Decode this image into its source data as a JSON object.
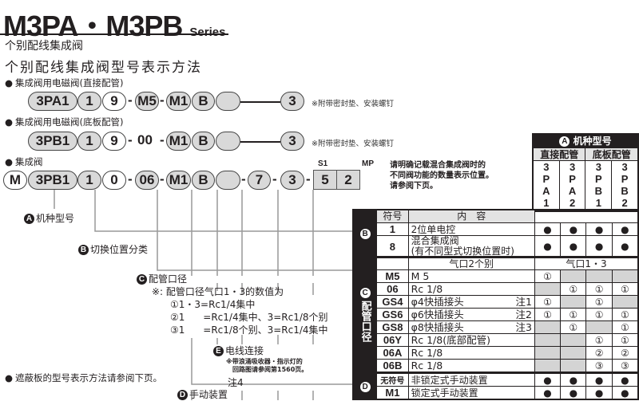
{
  "header": {
    "title": "M3PA・M3PB",
    "series": "Series",
    "subtitle": "个别配线集成阀",
    "heading": "个别配线集成阀型号表示方法"
  },
  "rows": [
    {
      "bullet": "集成阀用电磁阀(直接配管)",
      "parts": [
        "3PA1",
        "1",
        "9",
        "-",
        "M5",
        "-",
        "M1",
        "B",
        "",
        "3"
      ],
      "note": "※附带密封垫、安装螺钉"
    },
    {
      "bullet": "集成阀用电磁阀(底板配管)",
      "parts": [
        "3PB1",
        "1",
        "9",
        "-",
        "00",
        "-",
        "M1",
        "B",
        "",
        "3"
      ],
      "note": "※附带密封垫、安装螺钉"
    },
    {
      "bullet": "集成阀",
      "parts": [
        "M",
        "3PB1",
        "1",
        "0",
        "-",
        "06",
        "-",
        "M1",
        "B",
        "",
        "-",
        "7",
        "-",
        "3",
        "-"
      ],
      "s1": {
        "label": "S1",
        "value": "5"
      },
      "mp": {
        "label": "MP",
        "value": "2"
      },
      "note": [
        "请明确记载混合集成阀时的",
        "不同阀功能的数量表示位置。",
        "请参阅下页。"
      ]
    }
  ],
  "legend": {
    "a": {
      "letter": "A",
      "label": "机种型号"
    },
    "b": {
      "letter": "B",
      "label": "切换位置分类"
    },
    "c": {
      "letter": "C",
      "label": "配管口径",
      "note": "※:  配管口径气口1・3的数值为",
      "items": [
        "①1・3=Rc1/4集中",
        "②1      =Rc1/4集中、3=Rc1/8个别",
        "③1      =Rc1/8个别、3=Rc1/4集中"
      ]
    },
    "e": {
      "letter": "E",
      "label": "电线连接",
      "note1": "※带浪涌吸收器・指示灯的",
      "note2": "回路图请参阅第1560页。",
      "note3": "注4"
    },
    "d": {
      "letter": "D",
      "label": "手动装置"
    },
    "blank_note": "遮蔽板的型号表示方法请参阅下页。"
  },
  "table": {
    "a_header": {
      "letter": "A",
      "label": "机种型号"
    },
    "groups": [
      "直接配管",
      "底板配管"
    ],
    "models": [
      "3PA1",
      "3PA2",
      "3PB1",
      "3PB2"
    ],
    "b": {
      "letter": "B",
      "col_symbol": "符号",
      "col_content": "内　容",
      "rows": [
        {
          "sym": "1",
          "content": "2位单电控",
          "vals": [
            "●",
            "●",
            "●",
            "●"
          ]
        },
        {
          "sym": "8",
          "content": "混合集成阀",
          "content2": "(有不同型式切换位置时)",
          "vals": [
            "●",
            "●",
            "●",
            "●"
          ]
        }
      ]
    },
    "c": {
      "letter": "C",
      "title": "配管口径",
      "col_port2": "气口2个别",
      "col_port13": "气口1・3",
      "rows": [
        {
          "sym": "M5",
          "content": "M 5",
          "note": "",
          "vals": [
            "①",
            "na",
            "na",
            "na"
          ]
        },
        {
          "sym": "06",
          "content": "Rc 1/8",
          "note": "",
          "vals": [
            "na",
            "①",
            "①",
            "①"
          ]
        },
        {
          "sym": "GS4",
          "content": "φ4快插接头",
          "note": "注1",
          "vals": [
            "①",
            "na",
            "①",
            "na"
          ]
        },
        {
          "sym": "GS6",
          "content": "φ6快插接头",
          "note": "注2",
          "vals": [
            "①",
            "①",
            "①",
            "①"
          ]
        },
        {
          "sym": "GS8",
          "content": "φ8快插接头",
          "note": "注3",
          "vals": [
            "na",
            "①",
            "na",
            "①"
          ]
        },
        {
          "sym": "06Y",
          "content": "Rc 1/8(底部配管)",
          "note": "",
          "vals": [
            "na",
            "na",
            "①",
            "①"
          ]
        },
        {
          "sym": "06A",
          "content": "Rc 1/8",
          "note": "",
          "vals": [
            "na",
            "na",
            "②",
            "②"
          ]
        },
        {
          "sym": "06B",
          "content": "Rc 1/8",
          "note": "",
          "vals": [
            "na",
            "na",
            "③",
            "③"
          ]
        }
      ]
    },
    "d": {
      "letter": "D",
      "rows": [
        {
          "sym": "无符号",
          "content": "非锁定式手动装置",
          "vals": [
            "●",
            "●",
            "●",
            "●"
          ]
        },
        {
          "sym": "M1",
          "content": "锁定式手动装置",
          "vals": [
            "●",
            "●",
            "●",
            "●"
          ]
        }
      ]
    }
  }
}
